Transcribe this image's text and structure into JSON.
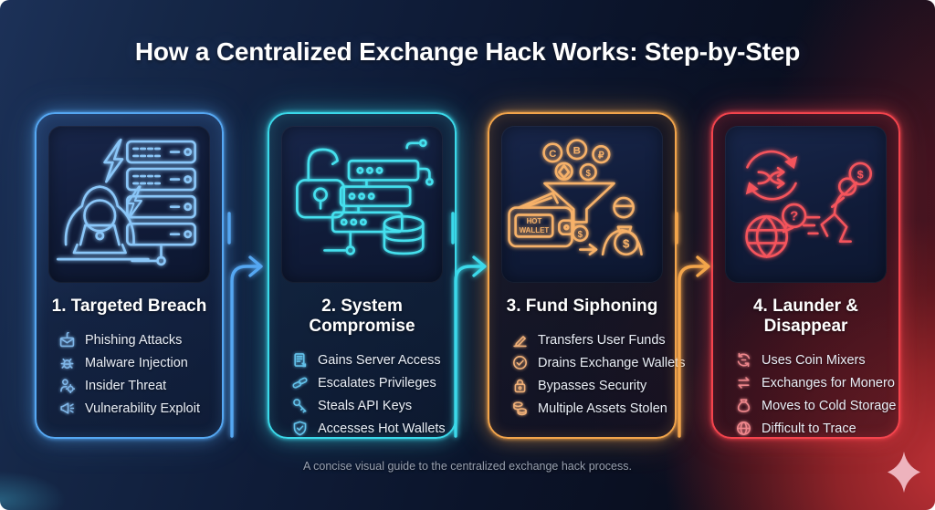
{
  "title": "How a Centralized Exchange Hack Works: Step-by-Step",
  "footer": {
    "caption": "A concise visual guide to the centralized exchange hack process."
  },
  "palette": {
    "step1_accent": "#55a7f2",
    "step2_accent": "#3bd9ea",
    "step3_accent": "#f3a54b",
    "step4_accent": "#f4444d",
    "background_navy": "#101c38",
    "background_red": "#a8262b",
    "title_color": "#ffffff",
    "footer_color": "#99a1b0",
    "sparkle_color": "#eeb3bd"
  },
  "steps": [
    {
      "id": "targeted-breach",
      "title": "1. Targeted Breach",
      "illustration": "hooded hacker at laptop beside server rack with lightning bolts",
      "items": [
        {
          "icon": "phishing-envelope-icon",
          "label": "Phishing Attacks"
        },
        {
          "icon": "bug-icon",
          "label": "Malware Injection"
        },
        {
          "icon": "insider-person-icon",
          "label": "Insider Threat"
        },
        {
          "icon": "megaphone-icon",
          "label": "Vulnerability Exploit"
        }
      ]
    },
    {
      "id": "system-compromise",
      "title": "2. System Compromise",
      "illustration": "open padlock, server stack, database cylinder and circuit traces",
      "items": [
        {
          "icon": "server-doc-icon",
          "label": "Gains Server Access"
        },
        {
          "icon": "capsules-icon",
          "label": "Escalates Privileges"
        },
        {
          "icon": "key-icon",
          "label": "Steals API Keys"
        },
        {
          "icon": "shield-check-icon",
          "label": "Accesses Hot Wallets"
        }
      ]
    },
    {
      "id": "fund-siphoning",
      "title": "3. Fund Siphoning",
      "illustration": "crypto coins pouring into funnel, hot wallet, arrow to thief with money bag",
      "coins": [
        "C",
        "B",
        "₽",
        "$"
      ],
      "funnel_coin_symbol": "$",
      "bag_symbol": "$",
      "wallet_label": {
        "line1": "HOT",
        "line2": "WALLET"
      },
      "items": [
        {
          "icon": "pen-icon",
          "label": "Transfers User Funds"
        },
        {
          "icon": "check-circle-icon",
          "label": "Drains Exchange Wallets"
        },
        {
          "icon": "lock-icon",
          "label": "Bypasses Security"
        },
        {
          "icon": "coins-icon",
          "label": "Multiple Assets Stolen"
        }
      ]
    },
    {
      "id": "launder-disappear",
      "title": "4. Launder & Disappear",
      "illustration": "cycle shuffle arrows, globe with question bubble, running thief with money bag",
      "question_symbol": "?",
      "bag_symbol": "$",
      "items": [
        {
          "icon": "mixer-icon",
          "label": "Uses Coin Mixers"
        },
        {
          "icon": "swap-icon",
          "label": "Exchanges for Monero"
        },
        {
          "icon": "moneybag-icon",
          "label": "Moves to Cold Storage"
        },
        {
          "icon": "globe-icon",
          "label": "Difficult to Trace"
        }
      ]
    }
  ]
}
